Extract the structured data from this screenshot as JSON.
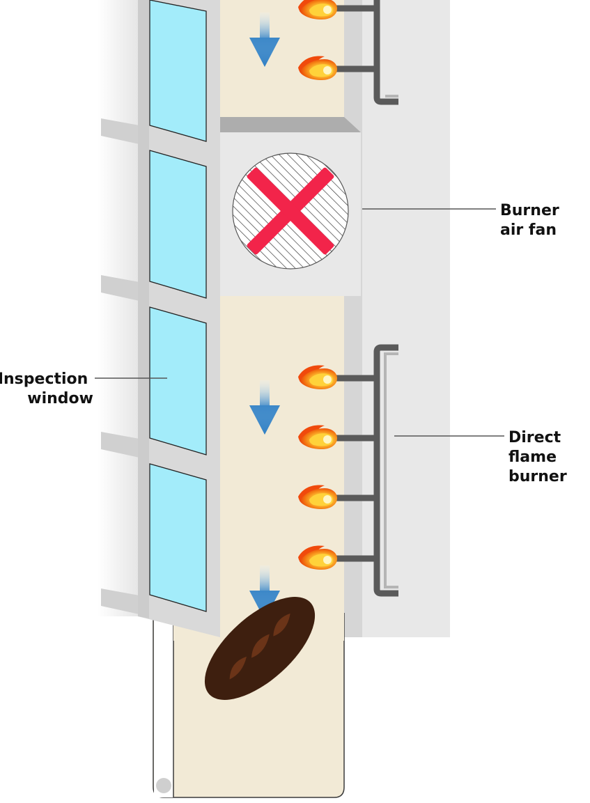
{
  "labels": {
    "burner_fan": [
      "Burner",
      "air fan"
    ],
    "inspection_window": [
      "Inspection",
      "window"
    ],
    "direct_flame_burner": [
      "Direct",
      "flame",
      "burner"
    ]
  },
  "colors": {
    "oven_wall": "#e8e8e8",
    "wall_shadow": "#d6d6d6",
    "frame": "#d9d9d9",
    "window_glass": "#a3ecfa",
    "chamber": "#f2ead6",
    "pipe": "#5a5a5a",
    "fan_blade": "#f2244a",
    "bread": "#3e1f0f",
    "flame_outer": "#f04a0c",
    "flame_inner": "#ffd23a",
    "arrow_top": "#e6f4fb",
    "arrow_bottom": "#2f7fc4"
  },
  "icons": [
    "flame-icon",
    "down-arrow-icon",
    "fan-icon",
    "bread-icon"
  ]
}
